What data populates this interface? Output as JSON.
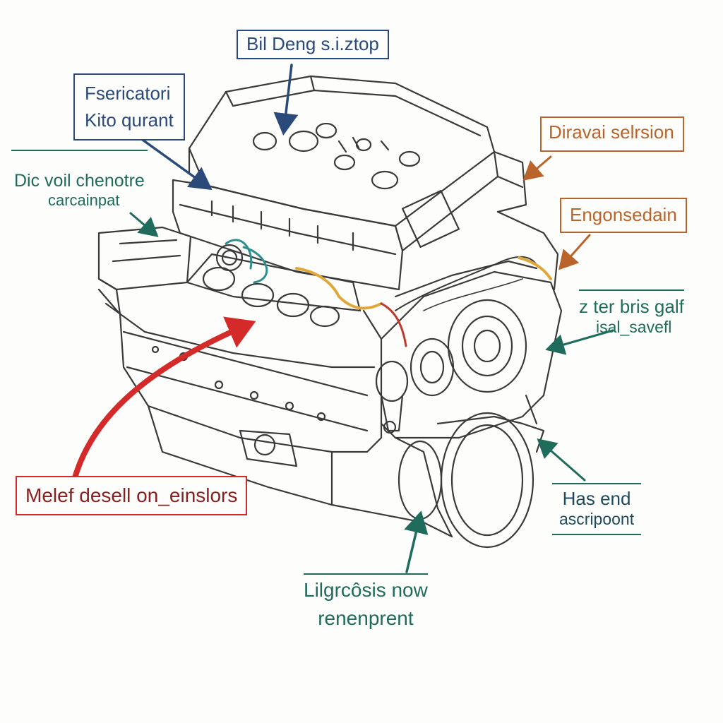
{
  "colors": {
    "navy": "#2b4a7a",
    "orange": "#b8642a",
    "teal": "#1f6b5c",
    "red": "#d42a2a",
    "line": "#3a3a3a",
    "wire_yellow": "#e0a83a",
    "wire_teal": "#2f8f8f"
  },
  "labels": {
    "top": {
      "text": "Bil Deng s.i.ztop",
      "color": "navy"
    },
    "upper_left": {
      "line1": "Fsericatori",
      "line2": "Kito qurant",
      "color": "navy"
    },
    "left": {
      "line1": "Dic voil chenotre",
      "line2": "carcainpat",
      "color": "teal"
    },
    "right_top": {
      "text": "Diravai selrsion",
      "color": "orange"
    },
    "right_mid": {
      "text": "Engonsedain",
      "color": "orange"
    },
    "right": {
      "line1": "z ter bris galf",
      "line2": "isal_savefl",
      "color": "teal"
    },
    "bottom_left": {
      "text": "Melef desell on_einslors",
      "color": "red"
    },
    "bottom_right": {
      "line1": "Has end",
      "line2": "ascripoont",
      "color": "teal"
    },
    "bottom": {
      "line1": "Lilgrcôsis now",
      "line2": "renenprent",
      "color": "teal"
    }
  }
}
